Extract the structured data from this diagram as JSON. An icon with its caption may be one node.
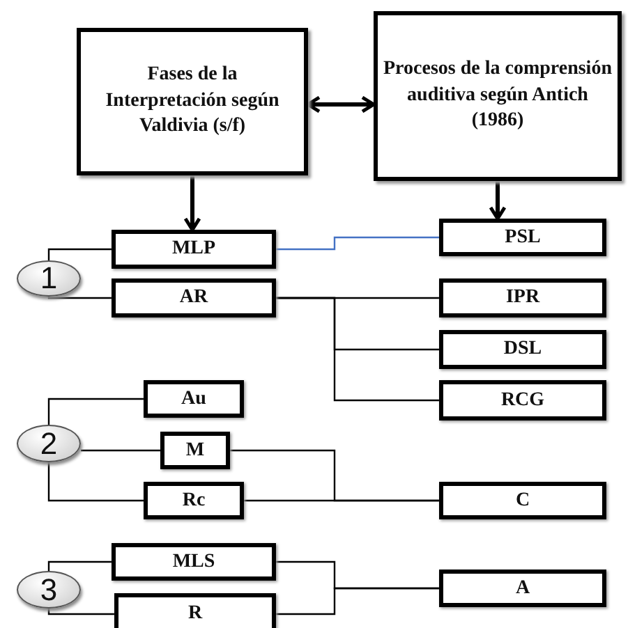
{
  "diagram": {
    "nodes": [
      {
        "text": [
          "Fases de la Interpretación según Valdivia (s/f)"
        ]
      },
      {
        "text": [
          "Procesos de la comprensión auditiva según Antich (1986)"
        ]
      },
      {
        "text": [
          "MLP"
        ]
      },
      {
        "text": [
          "PSL"
        ]
      },
      {
        "text": [
          "1"
        ]
      },
      {
        "text": [
          "AR"
        ]
      },
      {
        "text": [
          "IPR"
        ]
      },
      {
        "text": [
          "DSL"
        ]
      },
      {
        "text": [
          "Au"
        ]
      },
      {
        "text": [
          "RCG"
        ]
      },
      {
        "text": [
          "2"
        ]
      },
      {
        "text": [
          "M"
        ]
      },
      {
        "text": [
          "Rc"
        ]
      },
      {
        "text": [
          "C"
        ]
      },
      {
        "text": [
          "MLS"
        ]
      },
      {
        "text": [
          "3"
        ]
      },
      {
        "text": [
          "A"
        ]
      },
      {
        "text": [
          "R"
        ]
      }
    ],
    "edges": [
      {
        "from": 0,
        "to": 1,
        "arrow": "both",
        "style": "thick"
      },
      {
        "from": 0,
        "to": 2,
        "arrow": "to",
        "style": "thick"
      },
      {
        "from": 1,
        "to": 3,
        "arrow": "to",
        "style": "thick"
      },
      {
        "from": 4,
        "to": 2,
        "arrow": "none"
      },
      {
        "from": 4,
        "to": 5,
        "arrow": "none"
      },
      {
        "from": 2,
        "to": 3,
        "arrow": "none",
        "color": "#4472c4"
      },
      {
        "from": 5,
        "to": 6,
        "arrow": "none"
      },
      {
        "from": 5,
        "to": 7,
        "arrow": "none"
      },
      {
        "from": 5,
        "to": 9,
        "arrow": "none"
      },
      {
        "from": 10,
        "to": 8,
        "arrow": "none"
      },
      {
        "from": 10,
        "to": 11,
        "arrow": "none"
      },
      {
        "from": 10,
        "to": 12,
        "arrow": "none"
      },
      {
        "from": 11,
        "to": 13,
        "arrow": "none"
      },
      {
        "from": 12,
        "to": 13,
        "arrow": "none"
      },
      {
        "from": 15,
        "to": 14,
        "arrow": "none"
      },
      {
        "from": 15,
        "to": 17,
        "arrow": "none"
      },
      {
        "from": 14,
        "to": 16,
        "arrow": "none"
      },
      {
        "from": 17,
        "to": 16,
        "arrow": "none"
      }
    ]
  }
}
